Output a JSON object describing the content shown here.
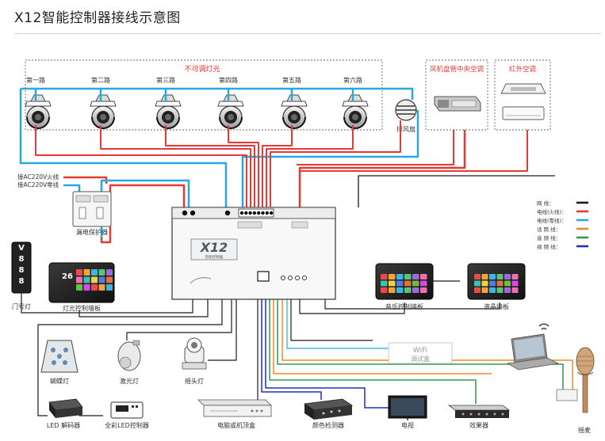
{
  "title": "X12智能控制器接线示意图",
  "lights_group": {
    "title": "不可调灯光",
    "channels": [
      "第一路",
      "第二路",
      "第三路",
      "第四路",
      "第五路",
      "第六路"
    ]
  },
  "exhaust_fan": "排风扇",
  "fan_coil": "风机盘管中央空调",
  "ir_ac": "红外空调",
  "power_fire": "接AC220V火线",
  "power_neutral": "接AC220V零线",
  "breaker": "漏电保护器",
  "controller": {
    "logo": "X12",
    "subtitle": "智能控制器"
  },
  "door_sign": {
    "label": "门号灯",
    "digits": "V888"
  },
  "light_panel": {
    "label": "灯光控制墙板",
    "time": "26"
  },
  "music_panel": "音乐控制墙板",
  "lcd_panel": "液晶墙板",
  "legend": [
    {
      "label": "网  线：",
      "color": "#1a1a1a"
    },
    {
      "label": "电线(火线)：",
      "color": "#e53935"
    },
    {
      "label": "电线(零线)：",
      "color": "#29a8e0"
    },
    {
      "label": "话  筒  线：",
      "color": "#f08a24"
    },
    {
      "label": "音  频  线：",
      "color": "#2e9b4e"
    },
    {
      "label": "视  频  线：",
      "color": "#1f2fbf"
    }
  ],
  "wifi": {
    "line1": "WiFi",
    "line2": "调试盒"
  },
  "devices": {
    "butterfly": "蝴蝶灯",
    "laser": "激光灯",
    "moving_head": "摇头灯",
    "led_decoder": "LED 解码器",
    "rgb_controller": "全彩LED控制器",
    "pc_stb": "电脑或机顶盒",
    "color_detector": "颜色检测器",
    "tv": "电视",
    "effector": "效果器",
    "microphone": "摇麦"
  },
  "colors": {
    "black": "#1a1a1a",
    "red": "#e53935",
    "blue": "#29a8e0",
    "orange": "#f08a24",
    "green": "#2e9b4e",
    "navy": "#1f2fbf"
  }
}
